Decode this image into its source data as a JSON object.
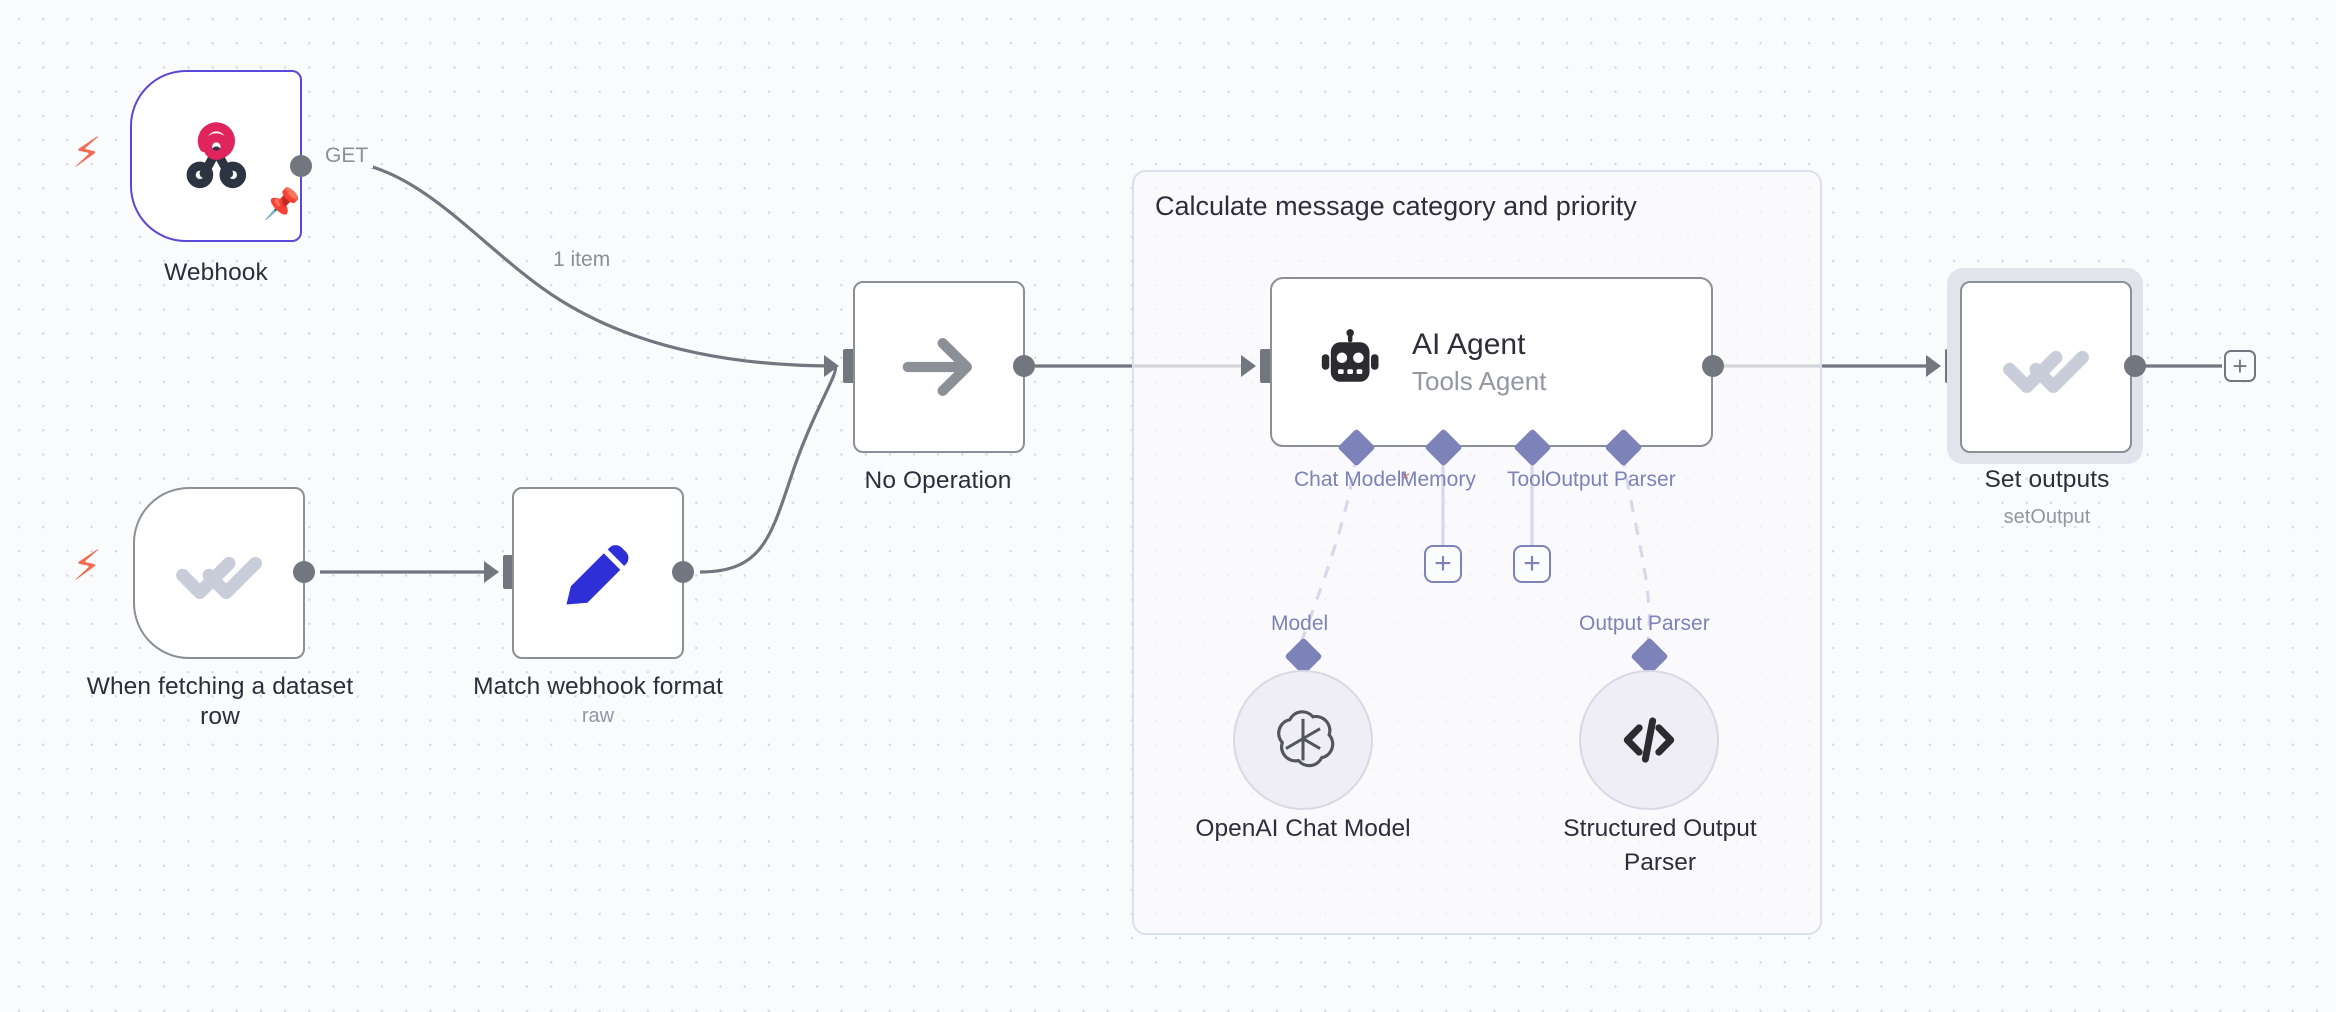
{
  "app": {
    "name": "n8n-workflow-canvas"
  },
  "group": {
    "title": "Calculate message category and priority"
  },
  "nodes": {
    "webhook": {
      "label": "Webhook",
      "sublabel": "",
      "icon": "webhook-icon",
      "output_label": "GET",
      "pinned": true,
      "selected": true
    },
    "dataset": {
      "label": "When fetching a dataset\nrow",
      "sublabel": "",
      "icon": "check-double-icon"
    },
    "editfields": {
      "label": "Match webhook format",
      "sublabel": "raw",
      "icon": "pencil-icon"
    },
    "noop": {
      "label": "No Operation",
      "sublabel": "",
      "icon": "arrow-right-icon"
    },
    "agent": {
      "title": "AI Agent",
      "subtitle": "Tools Agent",
      "icon": "robot-icon"
    },
    "setoutputs": {
      "label": "Set outputs",
      "sublabel": "setOutput",
      "icon": "check-double-icon",
      "selected": true
    },
    "openai": {
      "label": "OpenAI Chat Model",
      "icon": "openai-icon",
      "connector_label": "Model"
    },
    "parser": {
      "label": "Structured Output\nParser",
      "icon": "code-brackets-icon",
      "connector_label": "Output Parser"
    }
  },
  "agent_ports": [
    {
      "label": "Chat Model",
      "required": true
    },
    {
      "label": "Memory",
      "required": false
    },
    {
      "label": "Tool",
      "required": false
    },
    {
      "label": "Output Parser",
      "required": false
    }
  ],
  "wire_labels": {
    "webhook_get": "GET",
    "one_item": "1 item"
  },
  "buttons": {
    "add_connection": "+",
    "add_memory": "+",
    "add_tool": "+"
  },
  "colors": {
    "canvas_bg": "#fafbfc",
    "node_border": "#8b8f96",
    "selected_border": "#5b48d8",
    "accent_lavender": "#7d82b8",
    "trigger_bolt": "#f26b52",
    "pencil_blue": "#2f2fd8",
    "webhook_red": "#e0255c",
    "webhook_dark": "#2b3440"
  }
}
